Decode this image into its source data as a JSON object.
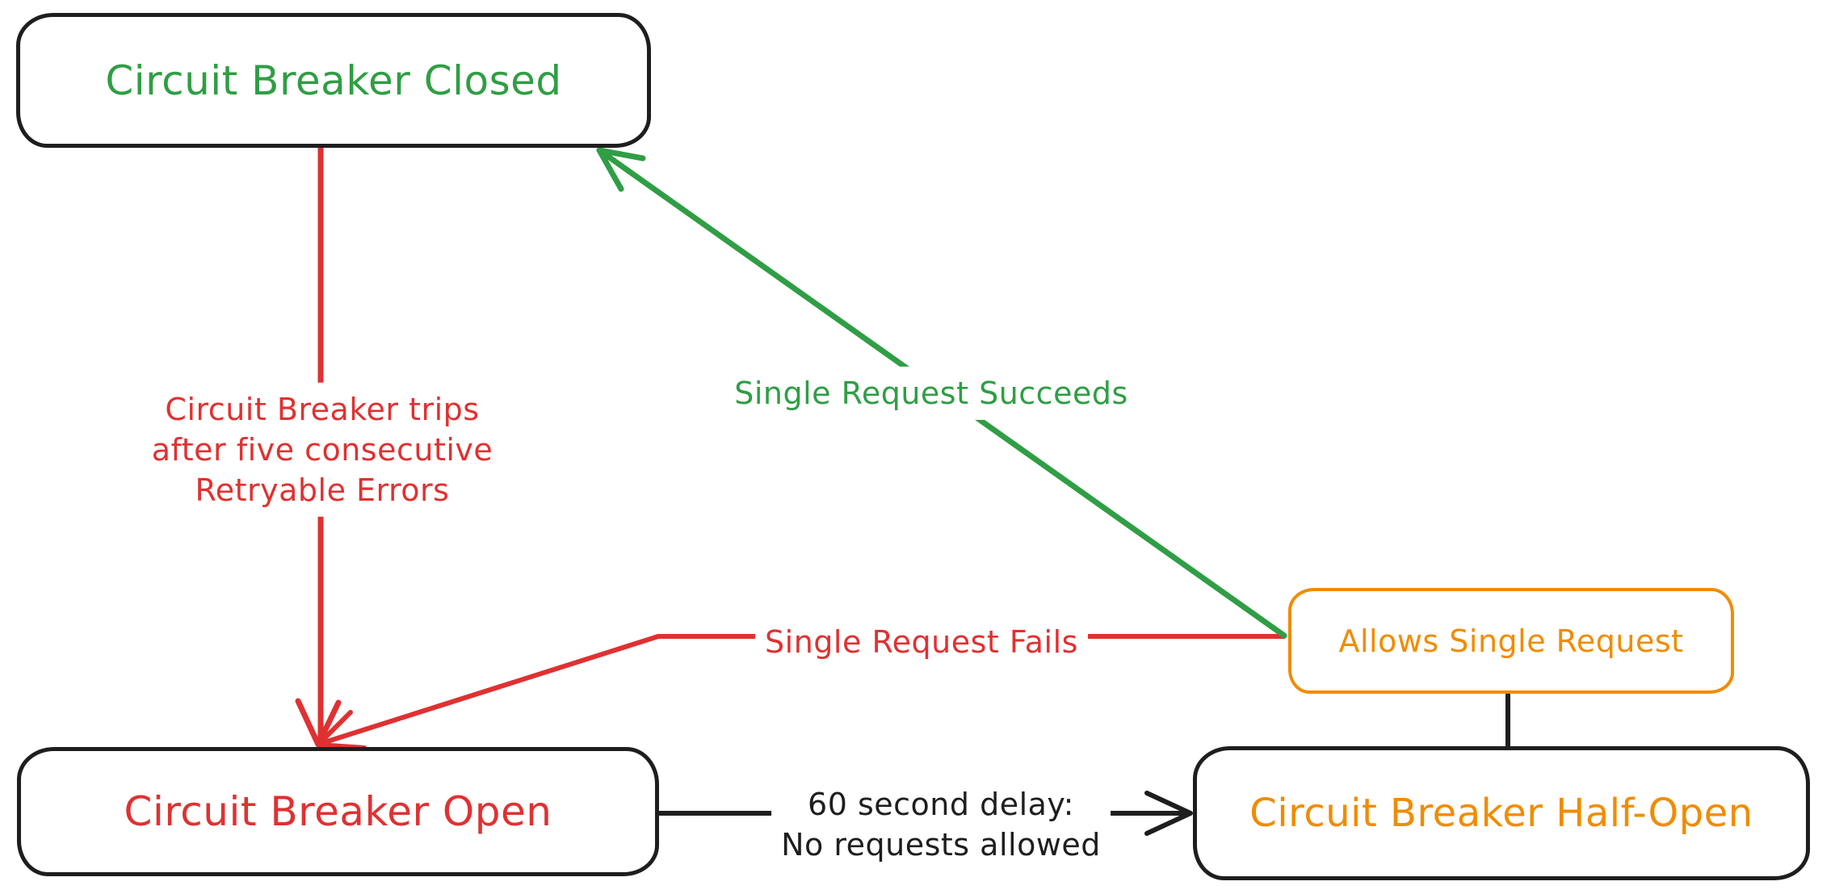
{
  "diagram": {
    "type": "state-machine",
    "subject": "Circuit Breaker states",
    "background": "#ffffff",
    "colors": {
      "green": "#2f9e44",
      "red": "#e03131",
      "orange": "#f08c00",
      "black": "#1e1e1e"
    },
    "nodes": {
      "closed": {
        "label": "Circuit Breaker Closed",
        "text_color": "#2f9e44",
        "border_color": "#1e1e1e"
      },
      "open": {
        "label": "Circuit Breaker Open",
        "text_color": "#e03131",
        "border_color": "#1e1e1e"
      },
      "half_open": {
        "label": "Circuit Breaker Half-Open",
        "text_color": "#f08c00",
        "border_color": "#1e1e1e"
      },
      "allows": {
        "label": "Allows Single Request",
        "text_color": "#f08c00",
        "border_color": "#f08c00"
      }
    },
    "edges": {
      "trip": {
        "from": "closed",
        "to": "open",
        "color": "#e03131",
        "arrowhead": true,
        "label_lines": [
          "Circuit Breaker trips",
          "after five consecutive",
          "Retryable Errors"
        ]
      },
      "success": {
        "from": "allows",
        "to": "closed",
        "color": "#2f9e44",
        "arrowhead": true,
        "label": "Single Request Succeeds"
      },
      "fail": {
        "from": "allows",
        "to": "open",
        "color": "#e03131",
        "arrowhead": true,
        "label": "Single Request Fails"
      },
      "delay": {
        "from": "open",
        "to": "half_open",
        "color": "#1e1e1e",
        "arrowhead": true,
        "label_lines": [
          "60 second delay:",
          "No requests allowed"
        ]
      },
      "probe": {
        "from": "half_open",
        "to": "allows",
        "color": "#1e1e1e",
        "arrowhead": false
      }
    }
  }
}
